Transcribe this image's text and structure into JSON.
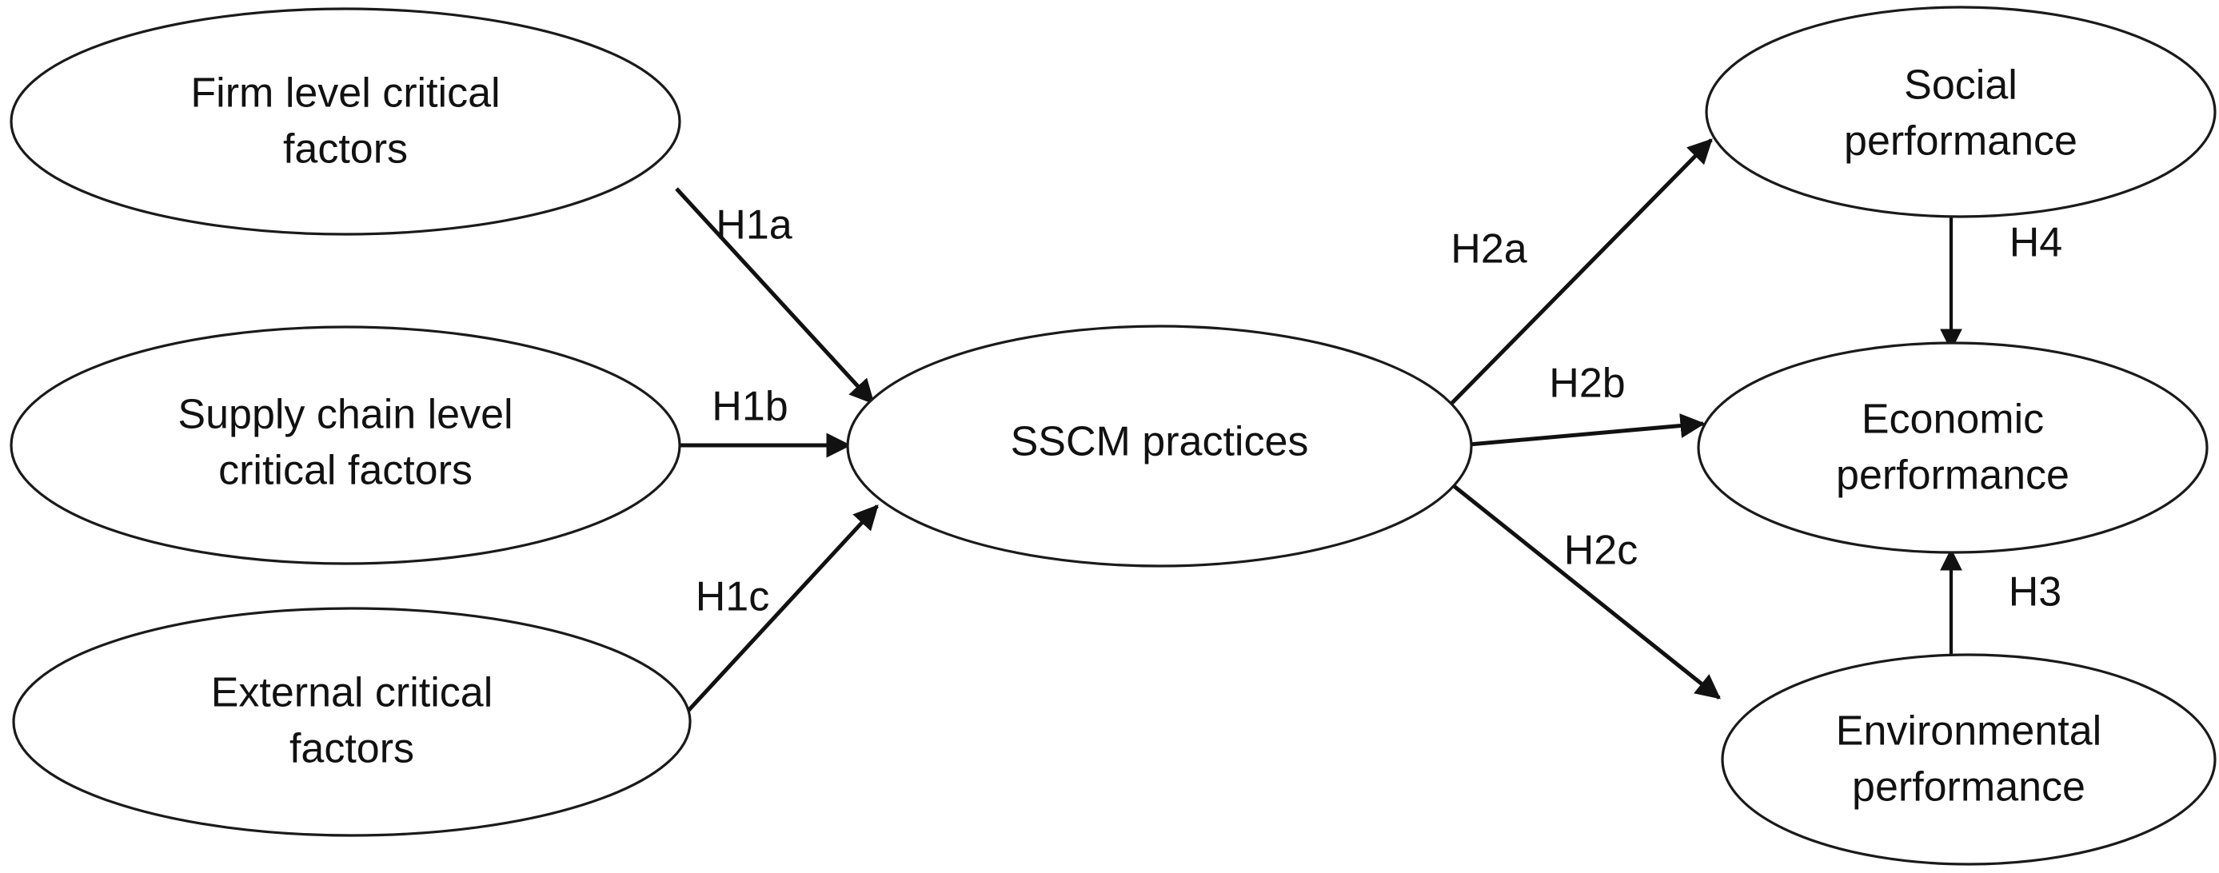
{
  "diagram": {
    "type": "conceptual-research-model",
    "background_color": "#ffffff",
    "line_color": "#111111",
    "node_fill_color": "#ffffff",
    "nodes": [
      {
        "id": "firm",
        "line1": "Firm level critical",
        "line2": "factors"
      },
      {
        "id": "supply_chain",
        "line1": "Supply chain level",
        "line2": "critical factors"
      },
      {
        "id": "external",
        "line1": "External critical",
        "line2": "factors"
      },
      {
        "id": "sscm",
        "line1": "SSCM practices",
        "line2": ""
      },
      {
        "id": "social",
        "line1": "Social",
        "line2": "performance"
      },
      {
        "id": "economic",
        "line1": "Economic",
        "line2": "performance"
      },
      {
        "id": "environmental",
        "line1": "Environmental",
        "line2": "performance"
      }
    ],
    "edges": [
      {
        "id": "h1a",
        "label": "H1a",
        "from": "firm",
        "to": "sscm"
      },
      {
        "id": "h1b",
        "label": "H1b",
        "from": "supply_chain",
        "to": "sscm"
      },
      {
        "id": "h1c",
        "label": "H1c",
        "from": "external",
        "to": "sscm"
      },
      {
        "id": "h2a",
        "label": "H2a",
        "from": "sscm",
        "to": "social"
      },
      {
        "id": "h2b",
        "label": "H2b",
        "from": "sscm",
        "to": "economic"
      },
      {
        "id": "h2c",
        "label": "H2c",
        "from": "sscm",
        "to": "environmental"
      },
      {
        "id": "h3",
        "label": "H3",
        "from": "environmental",
        "to": "economic"
      },
      {
        "id": "h4",
        "label": "H4",
        "from": "social",
        "to": "economic"
      }
    ]
  }
}
